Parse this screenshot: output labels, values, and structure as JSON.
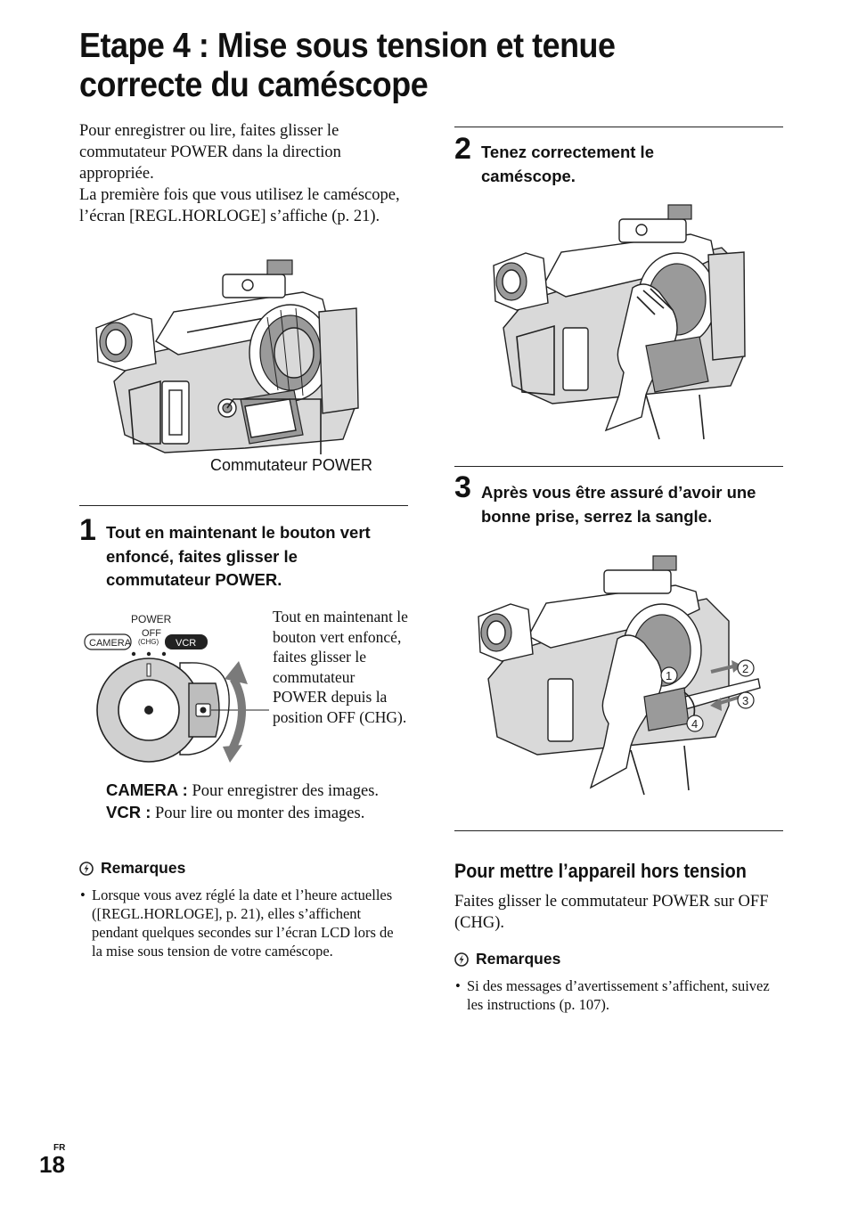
{
  "title": "Etape 4 : Mise sous tension et tenue correcte du caméscope",
  "intro": {
    "p1": "Pour enregistrer ou lire, faites glisser le commutateur POWER dans la direction appropriée.",
    "p2": "La première fois que vous utilisez le caméscope, l’écran [REGL.HORLOGE] s’affiche (p. 21)."
  },
  "figure1": {
    "label": "Commutateur POWER"
  },
  "step1": {
    "number": "1",
    "heading": "Tout en maintenant le bouton vert enfoncé, faites glisser le commutateur POWER.",
    "dial": {
      "power": "POWER",
      "off": "OFF",
      "chg": "(CHG)",
      "camera": "CAMERA",
      "vcr": "VCR"
    },
    "side_text": "Tout en maintenant le bouton vert enfoncé, faites glisser le commutateur POWER depuis la position OFF (CHG).",
    "camera_label": "CAMERA :",
    "camera_text": "Pour enregistrer des images.",
    "vcr_label": "VCR :",
    "vcr_text": "Pour lire ou monter des images."
  },
  "notes_left": {
    "heading": "Remarques",
    "items": [
      "Lorsque vous avez réglé la date et l’heure actuelles ([REGL.HORLOGE], p. 21), elles s’affichent pendant quelques secondes sur l’écran LCD lors de la mise sous tension de votre caméscope."
    ]
  },
  "step2": {
    "number": "2",
    "heading": "Tenez correctement le caméscope."
  },
  "step3": {
    "number": "3",
    "heading": "Après vous être assuré d’avoir une bonne prise, serrez la sangle.",
    "callouts": [
      "1",
      "2",
      "3",
      "4"
    ]
  },
  "power_off": {
    "heading": "Pour mettre l’appareil hors tension",
    "text": "Faites glisser le commutateur POWER sur OFF (CHG)."
  },
  "notes_right": {
    "heading": "Remarques",
    "items": [
      "Si des messages d’avertissement s’affichent, suivez les instructions (p. 107)."
    ]
  },
  "footer": {
    "lang": "FR",
    "page": "18"
  }
}
